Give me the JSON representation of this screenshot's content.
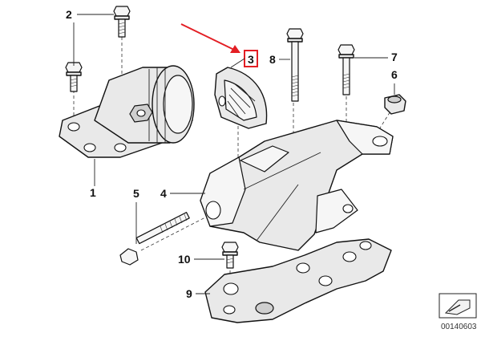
{
  "callouts": {
    "c1": "1",
    "c2": "2",
    "c3": "3",
    "c4": "4",
    "c5": "5",
    "c6": "6",
    "c7": "7",
    "c8": "8",
    "c9": "9",
    "c10": "10"
  },
  "diagram_ref": "00140603",
  "colors": {
    "highlight": "#e31e24",
    "line": "#111111",
    "fill": "#e9e9e9"
  },
  "icons": {
    "arrow": "red-pointer-arrow",
    "corner": "folded-corner-icon"
  }
}
